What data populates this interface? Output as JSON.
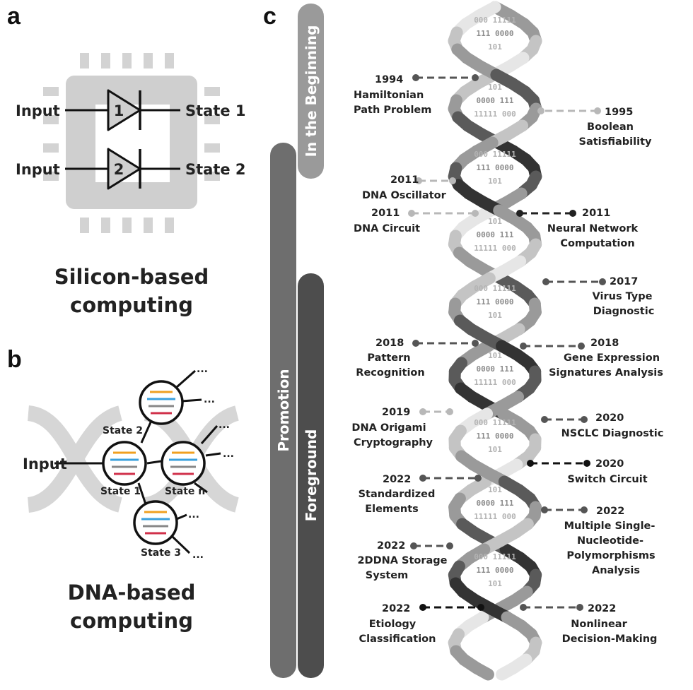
{
  "panel_a": {
    "label": "a",
    "gates": [
      {
        "number": "1",
        "input": "Input",
        "output": "State 1"
      },
      {
        "number": "2",
        "input": "Input",
        "output": "State 2"
      }
    ],
    "caption_line1": "Silicon-based",
    "caption_line2": "computing"
  },
  "panel_b": {
    "label": "b",
    "input": "Input",
    "states": [
      "State 1",
      "State 2",
      "State n",
      "State 3"
    ],
    "ellipsis": "...",
    "caption_line1": "DNA-based",
    "caption_line2": "computing"
  },
  "panel_c": {
    "label": "c",
    "phases": [
      {
        "name": "In the Beginning",
        "color": "#9a9a9a"
      },
      {
        "name": "Promotion",
        "color": "#6e6e6e"
      },
      {
        "name": "Foreground",
        "color": "#4d4d4d"
      }
    ],
    "binary_rows": [
      "000 11111",
      "111 0000",
      "101",
      "101",
      "0000 111",
      "11111 000"
    ],
    "events": [
      {
        "year": "1994",
        "lines": [
          "Hamiltonian",
          "Path Problem"
        ],
        "side": "left",
        "color": "#555555"
      },
      {
        "year": "1995",
        "lines": [
          "Boolean",
          "Satisfiability"
        ],
        "side": "right",
        "color": "#b8b8b8"
      },
      {
        "year": "2011",
        "lines": [
          "DNA Oscillator"
        ],
        "side": "left",
        "color": "#b8b8b8"
      },
      {
        "year": "2011",
        "lines": [
          "DNA Circuit"
        ],
        "side": "left",
        "color": "#b8b8b8"
      },
      {
        "year": "2011",
        "lines": [
          "Neural Network",
          "Computation"
        ],
        "side": "right",
        "color": "#222222"
      },
      {
        "year": "2017",
        "lines": [
          "Virus Type",
          "Diagnostic"
        ],
        "side": "right",
        "color": "#555555"
      },
      {
        "year": "2018",
        "lines": [
          "Pattern",
          "Recognition"
        ],
        "side": "left",
        "color": "#555555"
      },
      {
        "year": "2018",
        "lines": [
          "Gene Expression",
          "Signatures Analysis"
        ],
        "side": "right",
        "color": "#555555"
      },
      {
        "year": "2019",
        "lines": [
          "DNA Origami",
          "Cryptography"
        ],
        "side": "left",
        "color": "#b8b8b8"
      },
      {
        "year": "2020",
        "lines": [
          "NSCLC Diagnostic"
        ],
        "side": "right",
        "color": "#555555"
      },
      {
        "year": "2020",
        "lines": [
          "Switch Circuit"
        ],
        "side": "right",
        "color": "#111111"
      },
      {
        "year": "2022",
        "lines": [
          "Standardized",
          "Elements"
        ],
        "side": "left",
        "color": "#555555"
      },
      {
        "year": "2022",
        "lines": [
          "Multiple Single-",
          "Nucleotide-",
          "Polymorphisms",
          "Analysis"
        ],
        "side": "right",
        "color": "#555555"
      },
      {
        "year": "2022",
        "lines": [
          "2DDNA Storage",
          "System"
        ],
        "side": "left",
        "color": "#555555"
      },
      {
        "year": "2022",
        "lines": [
          "Etiology",
          "Classification"
        ],
        "side": "left",
        "color": "#111111"
      },
      {
        "year": "2022",
        "lines": [
          "Nonlinear",
          "Decision-Making"
        ],
        "side": "right",
        "color": "#555555"
      }
    ]
  }
}
